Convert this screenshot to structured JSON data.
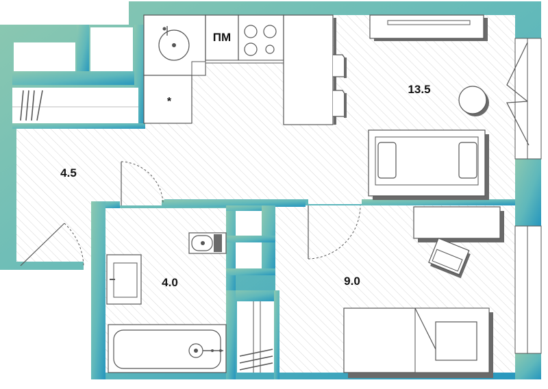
{
  "rooms": [
    {
      "id": "kitchen-living",
      "area": "13.5"
    },
    {
      "id": "hallway",
      "area": "4.5"
    },
    {
      "id": "bathroom",
      "area": "4.0"
    },
    {
      "id": "bedroom",
      "area": "9.0"
    }
  ],
  "labels": {
    "dishwasher": "ПМ",
    "fridge_mark": "*"
  },
  "colors": {
    "wall_gradient_start": "#8cc8b0",
    "wall_gradient_mid": "#5fb8bb",
    "wall_gradient_end": "#2596be",
    "floor_hatch": "#d6d6d6",
    "furniture_stroke": "#555555"
  }
}
